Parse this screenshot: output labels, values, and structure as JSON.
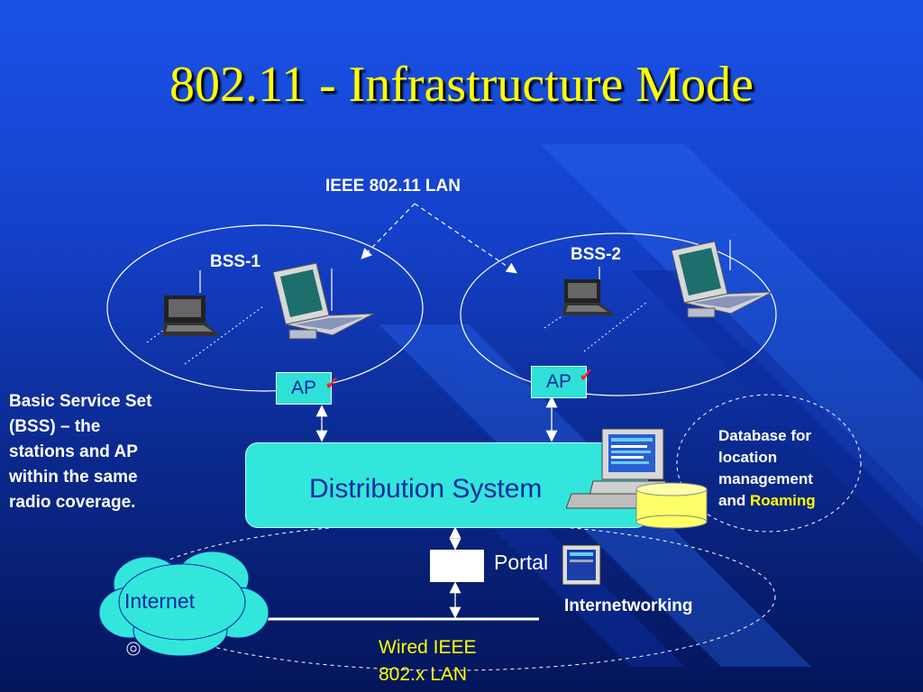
{
  "title": "802.11 - Infrastructure Mode",
  "labels": {
    "ieee_lan": "IEEE 802.11 LAN",
    "bss1": "BSS-1",
    "bss2": "BSS-2",
    "ap1": "AP",
    "ap2": "AP",
    "distribution_system": "Distribution System",
    "portal": "Portal",
    "internet": "Internet",
    "internetworking": "Internetworking",
    "wired_line1": "Wired IEEE",
    "wired_line2": "802.x LAN"
  },
  "bss_description": {
    "lines": [
      "Basic Service Set",
      "(BSS) – the",
      "stations and AP",
      "within the same",
      "radio coverage."
    ]
  },
  "database_note": {
    "line1": "Database for",
    "line2": "location",
    "line3": "management",
    "line4_prefix": "and ",
    "line4_highlight": "Roaming"
  },
  "colors": {
    "title": "#ffff00",
    "highlight": "#ffff00",
    "box_fill": "#33e6dc",
    "background_top": "#1a52e8",
    "background_bottom": "#04155a"
  },
  "icons": [
    "laptop-icon",
    "notebook-icon",
    "workstation-icon",
    "database-icon",
    "server-icon",
    "cloud-icon",
    "checkmark-icon"
  ]
}
